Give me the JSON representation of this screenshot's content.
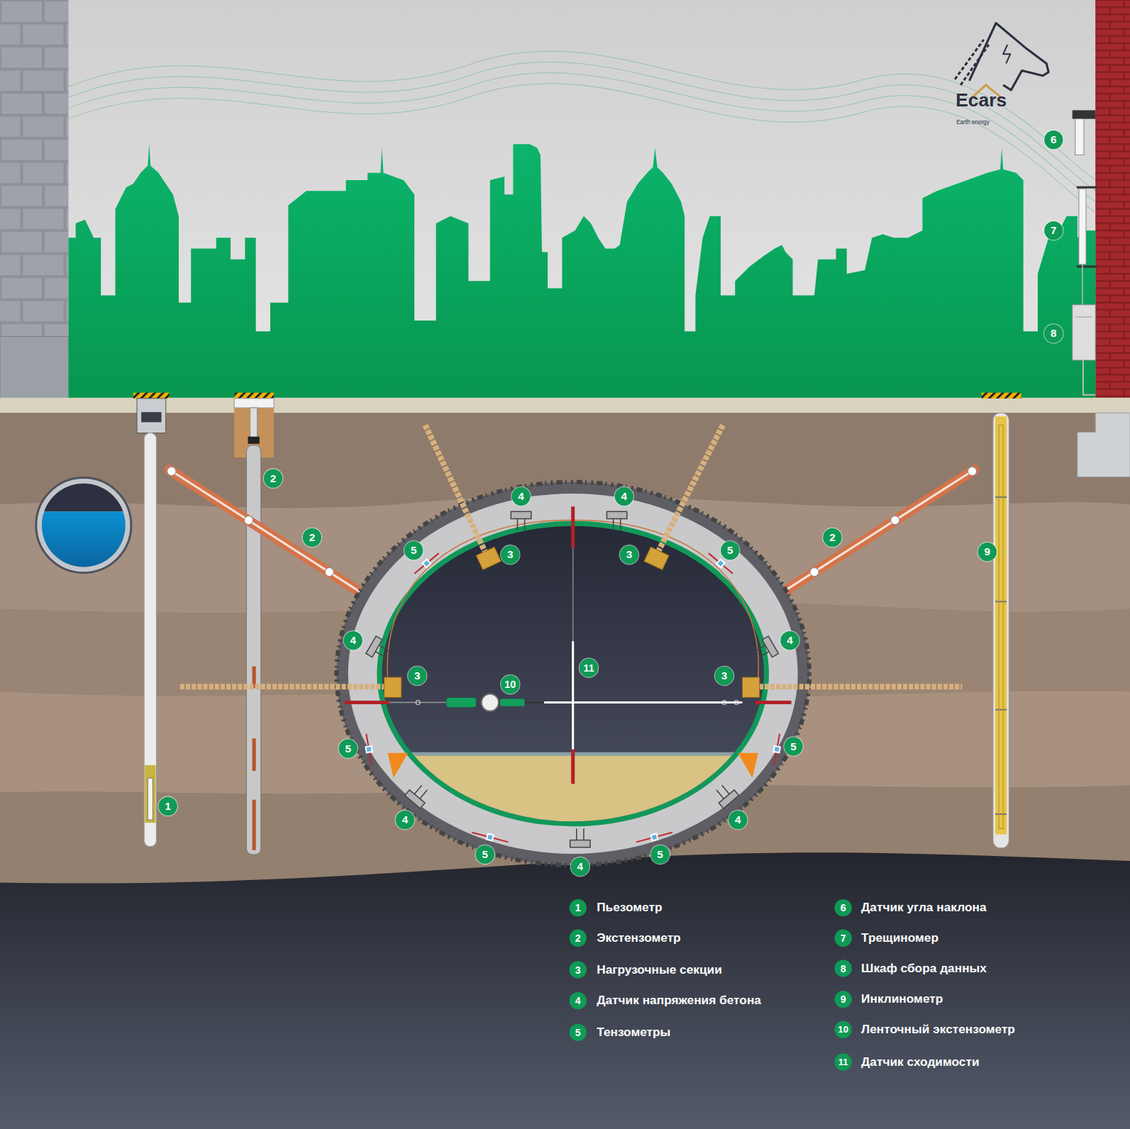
{
  "diagram": {
    "labels": [
      "Ecars",
      "Earth energy",
      "6",
      "7",
      "8",
      "2",
      "4",
      "4",
      "2",
      "2",
      "5",
      "9",
      "3",
      "3",
      "5",
      "4",
      "4",
      "11",
      "3",
      "10",
      "3",
      "5",
      "5",
      "1",
      "4",
      "4",
      "5",
      "5",
      "4",
      "1",
      "2",
      "3",
      "4",
      "5",
      "6",
      "7",
      "8",
      "9",
      "10",
      "11"
    ],
    "legend": [
      {
        "text": "Пьезометр"
      },
      {
        "text": "Экстензометр"
      },
      {
        "text": "Нагрузочные секции"
      },
      {
        "text": "Датчик напряжения бетона"
      },
      {
        "text": "Тензометры"
      },
      {
        "text": "Датчик угла наклона"
      },
      {
        "text": "Трещиномер"
      },
      {
        "text": "Шкаф сбора данных"
      },
      {
        "text": "Инклинометр"
      },
      {
        "text": "Ленточный экстензометр"
      },
      {
        "text": "Датчик сходимости"
      }
    ]
  }
}
